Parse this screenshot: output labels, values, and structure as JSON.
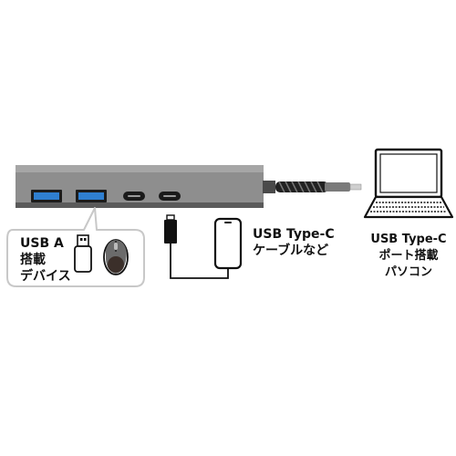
{
  "usb_a_devices": {
    "line1": "USB A",
    "line2": "搭載",
    "line3": "デバイス"
  },
  "type_c_cable": {
    "line1": "USB Type-C",
    "line2": "ケーブルなど"
  },
  "type_c_pc": {
    "line1": "USB Type-C",
    "line2": "ポート搭載",
    "line3": "パソコン"
  },
  "colors": {
    "hub_body": "#8e8e8e",
    "hub_bottom": "#5a5a5a",
    "usb_a_port": "#2f7fd0",
    "callout_border": "#c8c8c8",
    "outline": "#111111"
  }
}
